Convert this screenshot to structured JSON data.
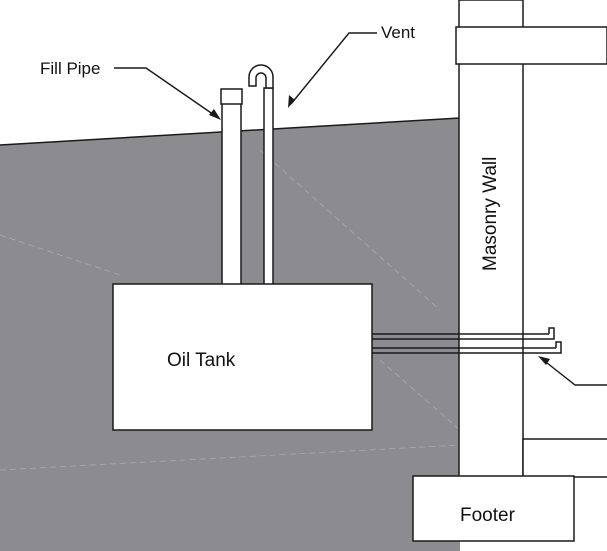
{
  "labels": {
    "fill_pipe": "Fill Pipe",
    "vent": "Vent",
    "masonry_wall": "Masonry Wall",
    "oil_tank": "Oil Tank",
    "footer": "Footer"
  },
  "colors": {
    "ground": "#8c8c90",
    "line": "#1a1a1a",
    "background": "#ffffff",
    "fill": "#ffffff"
  }
}
